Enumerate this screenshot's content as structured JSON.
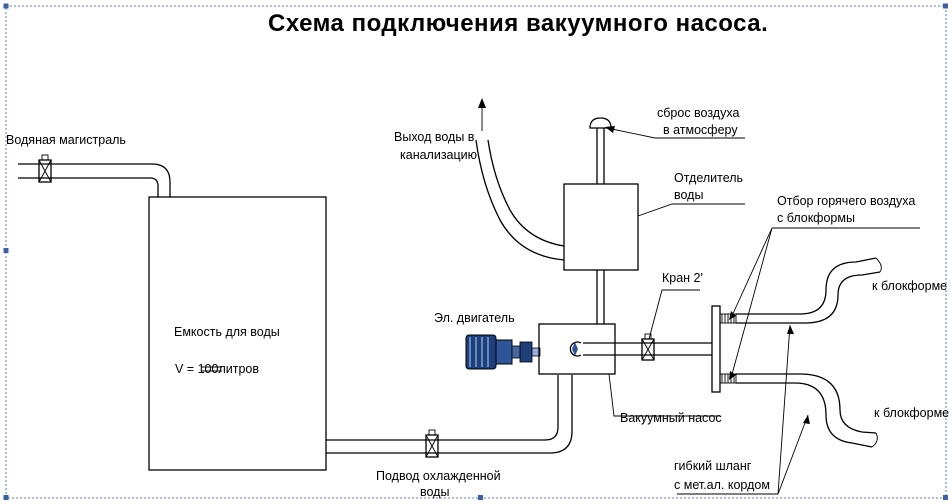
{
  "title": "Схема подключения вакуумного насоса.",
  "labels": {
    "water_main": "Водяная магистраль",
    "water_outlet_line1": "Выход воды в",
    "water_outlet_line2": "канализацию",
    "air_release_line1": "сброс воздуха",
    "air_release_line2": "в атмосферу",
    "separator_line1": "Отделитель",
    "separator_line2": "воды",
    "hot_air_line1": "Отбор горячего воздуха",
    "hot_air_line2": "с блокформы",
    "valve": "Кран 2'",
    "motor": "Эл. двигатель",
    "tank_name": "Емкость для воды",
    "tank_volume": "V = 100литров",
    "pump": "Вакуумный насос",
    "to_mold_top": "к блокформе",
    "to_mold_bottom": "к блокформе",
    "hose_line1": "гибкий шланг",
    "hose_line2": "с мет.ал. кордом",
    "cooled_water_line1": "Подвод охлажденной",
    "cooled_water_line2": "воды"
  }
}
